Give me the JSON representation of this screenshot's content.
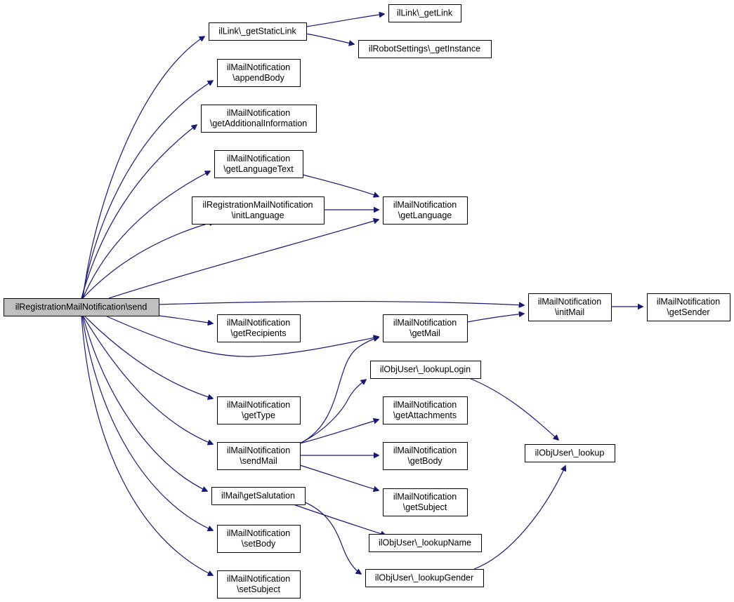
{
  "graph": {
    "edge_color": "#191970",
    "root_fill": "#bfbfbf",
    "nodes": [
      {
        "id": "send",
        "lines": [
          "ilRegistrationMailNotification\\send"
        ],
        "root": true
      },
      {
        "id": "getStaticLink",
        "lines": [
          "ilLink\\_getStaticLink"
        ]
      },
      {
        "id": "getLink",
        "lines": [
          "ilLink\\_getLink"
        ]
      },
      {
        "id": "robot",
        "lines": [
          "ilRobotSettings\\_getInstance"
        ]
      },
      {
        "id": "appendBody",
        "lines": [
          "ilMailNotification",
          "\\appendBody"
        ]
      },
      {
        "id": "addInfo",
        "lines": [
          "ilMailNotification",
          "\\getAdditionalInformation"
        ]
      },
      {
        "id": "langText",
        "lines": [
          "ilMailNotification",
          "\\getLanguageText"
        ]
      },
      {
        "id": "initLang",
        "lines": [
          "ilRegistrationMailNotification",
          "\\initLanguage"
        ]
      },
      {
        "id": "getLang",
        "lines": [
          "ilMailNotification",
          "\\getLanguage"
        ]
      },
      {
        "id": "initMail",
        "lines": [
          "ilMailNotification",
          "\\initMail"
        ]
      },
      {
        "id": "sender",
        "lines": [
          "ilMailNotification",
          "\\getSender"
        ]
      },
      {
        "id": "recip",
        "lines": [
          "ilMailNotification",
          "\\getRecipients"
        ]
      },
      {
        "id": "getMail",
        "lines": [
          "ilMailNotification",
          "\\getMail"
        ]
      },
      {
        "id": "lookupLogin",
        "lines": [
          "ilObjUser\\_lookupLogin"
        ]
      },
      {
        "id": "getType",
        "lines": [
          "ilMailNotification",
          "\\getType"
        ]
      },
      {
        "id": "attach",
        "lines": [
          "ilMailNotification",
          "\\getAttachments"
        ]
      },
      {
        "id": "sendMail",
        "lines": [
          "ilMailNotification",
          "\\sendMail"
        ]
      },
      {
        "id": "getBody",
        "lines": [
          "ilMailNotification",
          "\\getBody"
        ]
      },
      {
        "id": "lookup",
        "lines": [
          "ilObjUser\\_lookup"
        ]
      },
      {
        "id": "salutation",
        "lines": [
          "ilMail\\getSalutation"
        ]
      },
      {
        "id": "subject",
        "lines": [
          "ilMailNotification",
          "\\getSubject"
        ]
      },
      {
        "id": "lookupName",
        "lines": [
          "ilObjUser\\_lookupName"
        ]
      },
      {
        "id": "setBody",
        "lines": [
          "ilMailNotification",
          "\\setBody"
        ]
      },
      {
        "id": "lookupGender",
        "lines": [
          "ilObjUser\\_lookupGender"
        ]
      },
      {
        "id": "setSubject",
        "lines": [
          "ilMailNotification",
          "\\setSubject"
        ]
      }
    ],
    "edges": [
      {
        "from": "send",
        "to": "getStaticLink"
      },
      {
        "from": "getStaticLink",
        "to": "getLink"
      },
      {
        "from": "getStaticLink",
        "to": "robot"
      },
      {
        "from": "send",
        "to": "appendBody"
      },
      {
        "from": "send",
        "to": "addInfo"
      },
      {
        "from": "send",
        "to": "langText"
      },
      {
        "from": "langText",
        "to": "getLang"
      },
      {
        "from": "send",
        "to": "initLang"
      },
      {
        "from": "initLang",
        "to": "getLang"
      },
      {
        "from": "send",
        "to": "getLang"
      },
      {
        "from": "send",
        "to": "initMail"
      },
      {
        "from": "initMail",
        "to": "sender"
      },
      {
        "from": "send",
        "to": "recip"
      },
      {
        "from": "send",
        "to": "getMail"
      },
      {
        "from": "getMail",
        "to": "initMail"
      },
      {
        "from": "send",
        "to": "getType"
      },
      {
        "from": "send",
        "to": "sendMail"
      },
      {
        "from": "sendMail",
        "to": "getMail"
      },
      {
        "from": "sendMail",
        "to": "lookupLogin"
      },
      {
        "from": "sendMail",
        "to": "attach"
      },
      {
        "from": "sendMail",
        "to": "getBody"
      },
      {
        "from": "sendMail",
        "to": "subject"
      },
      {
        "from": "lookupLogin",
        "to": "lookup"
      },
      {
        "from": "send",
        "to": "salutation"
      },
      {
        "from": "salutation",
        "to": "lookupName"
      },
      {
        "from": "salutation",
        "to": "lookupGender"
      },
      {
        "from": "lookupGender",
        "to": "lookup"
      },
      {
        "from": "send",
        "to": "setBody"
      },
      {
        "from": "send",
        "to": "setSubject"
      }
    ]
  }
}
